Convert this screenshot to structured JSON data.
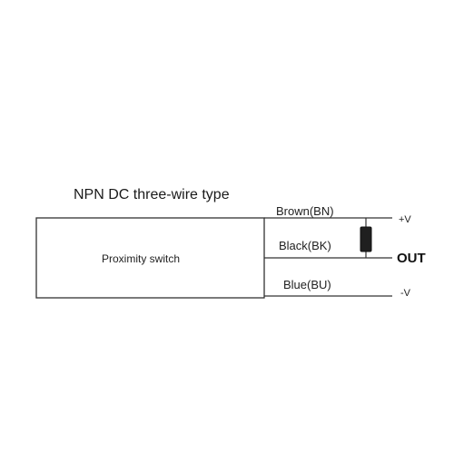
{
  "diagram": {
    "title": "NPN DC three-wire type",
    "component_label": "Proximity switch",
    "wires": {
      "brown": "Brown(BN)",
      "black": "Black(BK)",
      "blue": "Blue(BU)"
    },
    "terminals": {
      "plus": "+V",
      "out": "OUT",
      "minus": "-V"
    },
    "colors": {
      "line": "#333333",
      "load_fill": "#1f1f1f"
    }
  }
}
